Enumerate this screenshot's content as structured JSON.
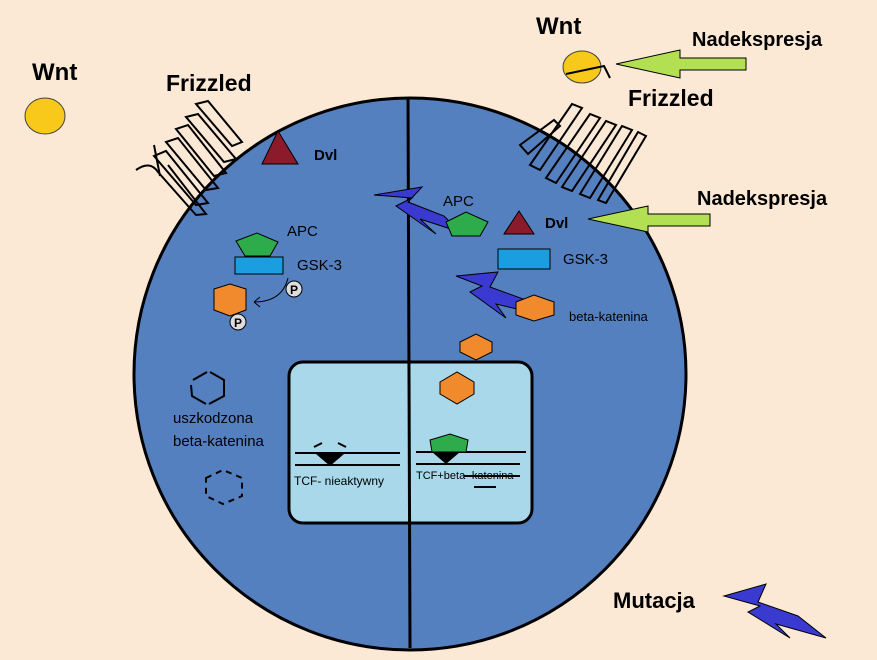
{
  "labels": {
    "wnt_left": "Wnt",
    "wnt_right": "Wnt",
    "frizzled_left": "Frizzled",
    "frizzled_right": "Frizzled",
    "overexpression_top": "Nadekspresja",
    "overexpression_mid": "Nadekspresja",
    "dvl_left": "Dvl",
    "dvl_right": "Dvl",
    "apc_left": "APC",
    "apc_right": "APC",
    "gsk3_left": "GSK-3",
    "gsk3_right": "GSK-3",
    "phospho_1": "P",
    "phospho_2": "P",
    "beta_catenin_right": "beta-katenina",
    "damaged_beta_catenin_line1": "uszkodzona",
    "damaged_beta_catenin_line2": "beta-katenina",
    "tcf_inactive": "TCF- nieaktywny",
    "tcf_beta_catenin": "TCF+beta- katenina",
    "mutation": "Mutacja"
  },
  "colors": {
    "background": "#fbe9d6",
    "cell": "#5580c0",
    "nucleus": "#a8d8ea",
    "wnt": "#f8c81a",
    "dvl": "#8b1a2a",
    "apc": "#2eab4a",
    "gsk3": "#1a9ee0",
    "beta_catenin": "#f08a2c",
    "mutation_bolt": "#3a3ad0",
    "arrow": "#b2e052"
  },
  "icons": {
    "mutation": "lightning-bolt-icon",
    "overexpression": "arrow-left-icon",
    "phosphate": "phosphate-circle-icon"
  }
}
